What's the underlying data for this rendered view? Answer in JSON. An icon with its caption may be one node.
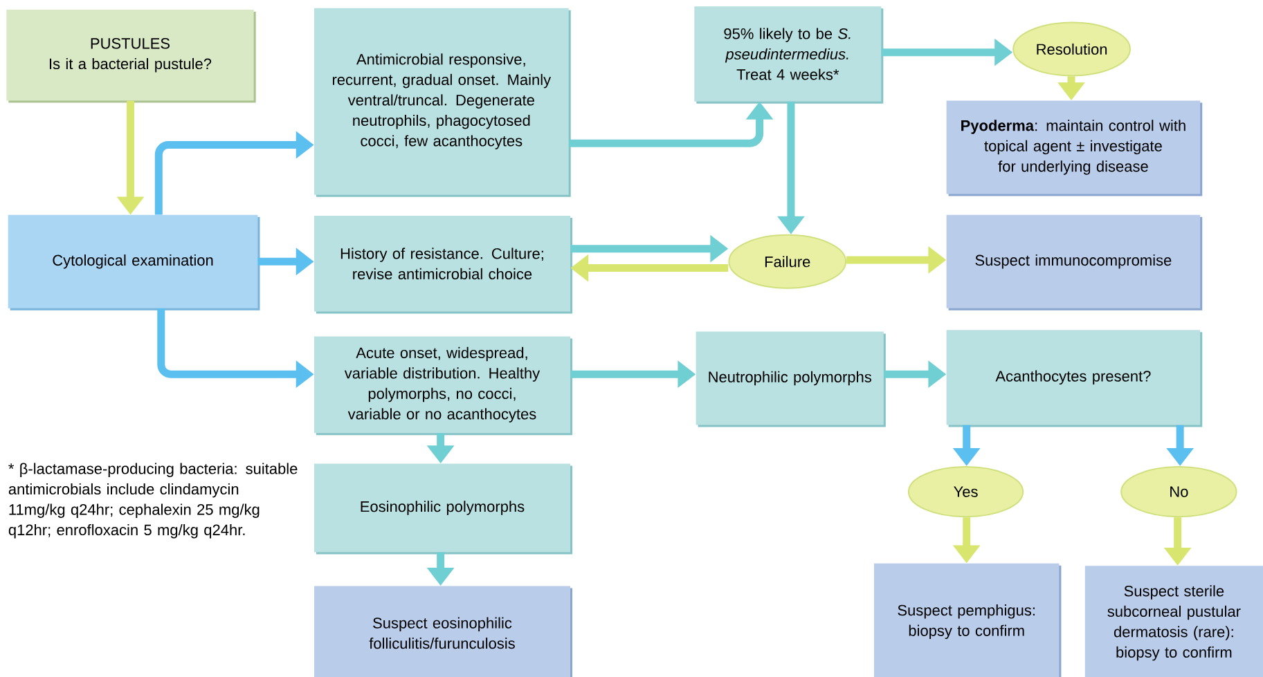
{
  "diagram": {
    "nodes": [
      {
        "text": [
          "PUSTULES",
          "Is it a bacterial pustule?"
        ]
      },
      {
        "text": [
          "Antimicrobial responsive, recurrent, gradual onset. Mainly ventral/truncal. Degenerate neutrophils, phagocytosed cocci, few acanthocytes"
        ]
      },
      {
        "text": [
          "95% likely to be *S. pseudintermedius.* Treat 4 weeks*"
        ]
      },
      {
        "text": [
          "Resolution"
        ]
      },
      {
        "text": [
          "**Pyoderma**: maintain control with topical agent ± investigate for underlying disease"
        ]
      },
      {
        "text": [
          "Cytological examination"
        ]
      },
      {
        "text": [
          "History of resistance. Culture; revise antimicrobial choice"
        ]
      },
      {
        "text": [
          "Failure"
        ]
      },
      {
        "text": [
          "Suspect immunocompromise"
        ]
      },
      {
        "text": [
          "Acute onset, widespread, variable distribution. Healthy polymorphs, no cocci, variable or no acanthocytes"
        ]
      },
      {
        "text": [
          "Neutrophilic polymorphs"
        ]
      },
      {
        "text": [
          "Acanthocytes present?"
        ]
      },
      {
        "text": [
          "Eosinophilic polymorphs"
        ]
      },
      {
        "text": [
          "Yes"
        ]
      },
      {
        "text": [
          "No"
        ]
      },
      {
        "text": [
          "Suspect eosinophilic folliculitis/furunculosis"
        ]
      },
      {
        "text": [
          "Suspect pemphigus: biopsy to confirm"
        ]
      },
      {
        "text": [
          "Suspect sterile subcorneal pustular dermatosis (rare): biopsy to confirm"
        ]
      }
    ],
    "edges": [
      {
        "from": 0,
        "to": 5,
        "arrow": "to",
        "color": "#d8e56e"
      },
      {
        "from": 5,
        "to": 1,
        "arrow": "to",
        "color": "#5bbfef"
      },
      {
        "from": 5,
        "to": 6,
        "arrow": "to",
        "color": "#5bbfef"
      },
      {
        "from": 5,
        "to": 9,
        "arrow": "to",
        "color": "#5bbfef"
      },
      {
        "from": 1,
        "to": 2,
        "arrow": "to"
      },
      {
        "from": 2,
        "to": 3,
        "arrow": "to"
      },
      {
        "from": 3,
        "to": 4,
        "arrow": "to",
        "color": "#d8e56e"
      },
      {
        "from": 2,
        "to": 7,
        "arrow": "to"
      },
      {
        "from": 6,
        "to": 7,
        "arrow": "to"
      },
      {
        "from": 7,
        "to": 6,
        "arrow": "to",
        "color": "#d8e56e"
      },
      {
        "from": 7,
        "to": 8,
        "arrow": "to",
        "color": "#d8e56e"
      },
      {
        "from": 9,
        "to": 10,
        "arrow": "to"
      },
      {
        "from": 10,
        "to": 11,
        "arrow": "to"
      },
      {
        "from": 9,
        "to": 12,
        "arrow": "to"
      },
      {
        "from": 12,
        "to": 15,
        "arrow": "to"
      },
      {
        "from": 11,
        "to": 13,
        "arrow": "to",
        "color": "#5bbfef"
      },
      {
        "from": 11,
        "to": 14,
        "arrow": "to",
        "color": "#5bbfef"
      },
      {
        "from": 13,
        "to": 16,
        "arrow": "to",
        "color": "#d8e56e"
      },
      {
        "from": 14,
        "to": 17,
        "arrow": "to",
        "color": "#d8e56e"
      }
    ],
    "labels": [
      "* β-lactamase-producing bacteria: suitable antimicrobials include clindamycin 11mg/kg q24hr; cephalexin 25 mg/kg q12hr; enrofloxacin 5 mg/kg q24hr."
    ]
  }
}
